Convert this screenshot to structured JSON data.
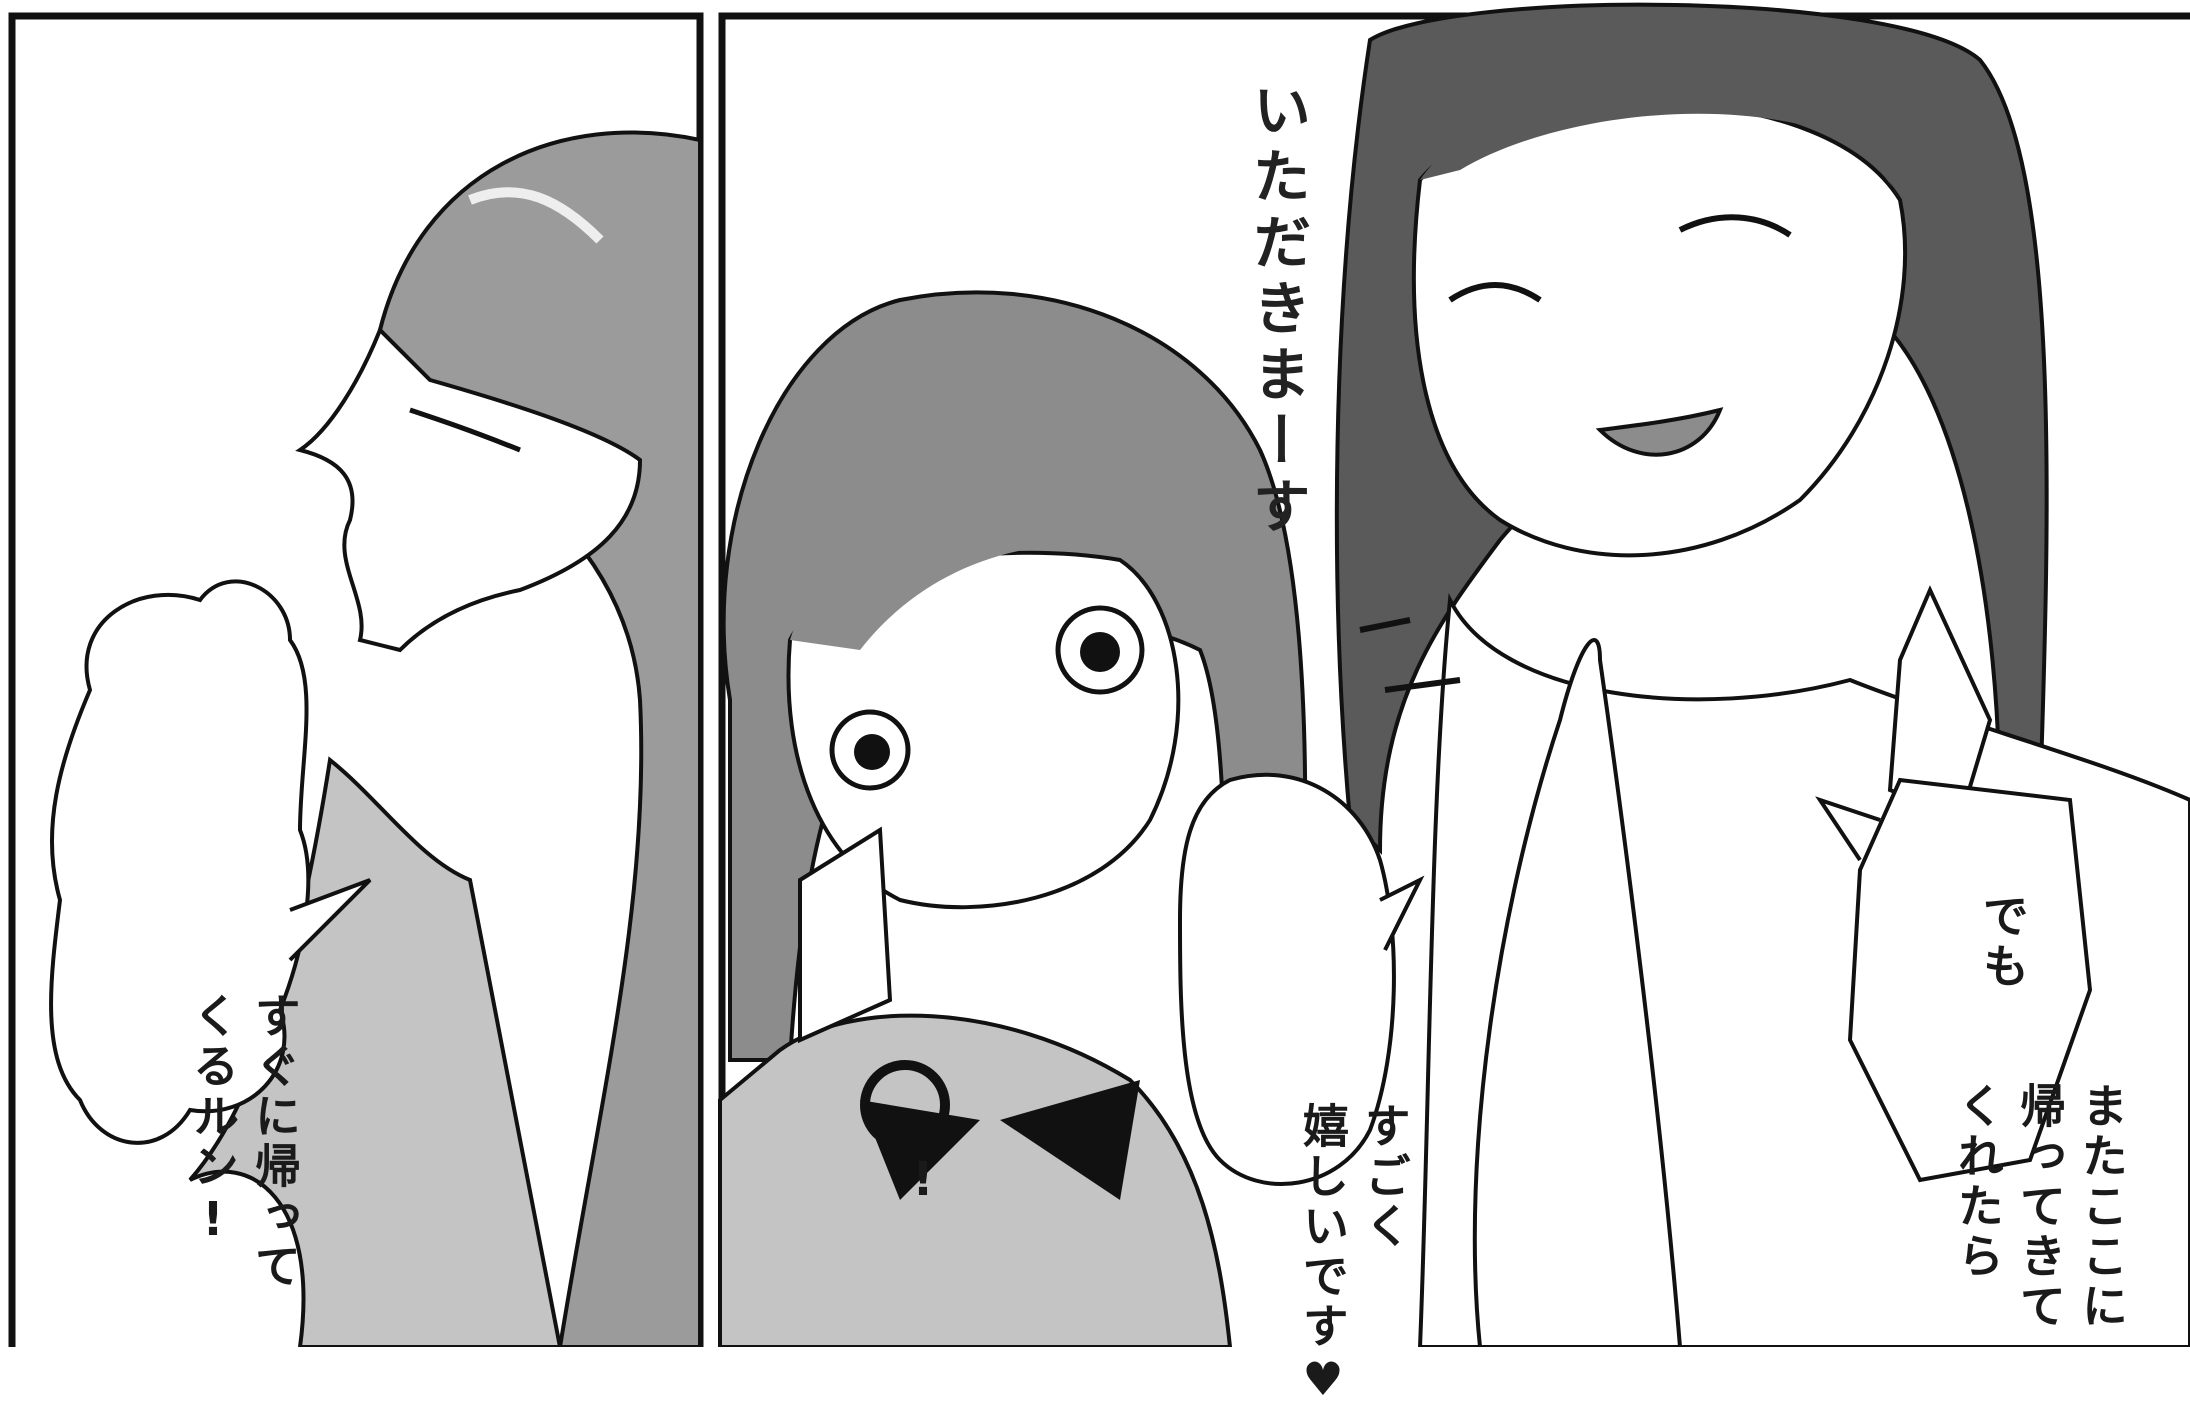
{
  "panels": [
    {
      "id": "left",
      "bubble": {
        "lines": [
          "すぐに帰って",
          "くるルン!"
        ]
      }
    },
    {
      "id": "right",
      "sfx": "いただきまーす",
      "bubbles": [
        {
          "id": "exclaim",
          "lines": [
            "!"
          ]
        },
        {
          "id": "happy",
          "lines": [
            "すごく",
            "嬉しいです♥"
          ]
        },
        {
          "id": "demo",
          "lines": [
            "でも"
          ]
        },
        {
          "id": "return",
          "lines": [
            "またここに",
            "帰ってきて",
            "くれたら"
          ]
        }
      ]
    }
  ],
  "colors": {
    "ink": "#111111",
    "tone_light": "#b3b3b3",
    "tone_mid": "#8c8c8c",
    "tone_dark": "#5a5a5a",
    "paper": "#ffffff"
  }
}
